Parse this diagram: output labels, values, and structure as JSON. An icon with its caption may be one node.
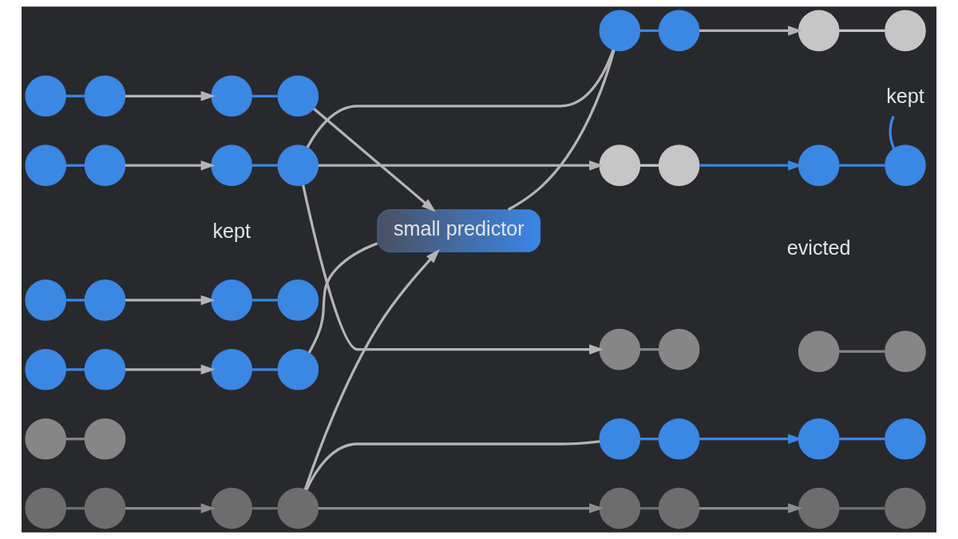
{
  "diagram": {
    "nodes": [
      {
        "text": [],
        "shape": "circle"
      },
      {
        "text": [],
        "shape": "circle"
      },
      {
        "text": [],
        "shape": "circle"
      },
      {
        "text": [],
        "shape": "circle"
      },
      {
        "text": [],
        "shape": "circle"
      },
      {
        "text": [],
        "shape": "circle"
      },
      {
        "text": [],
        "shape": "circle"
      },
      {
        "text": [],
        "shape": "circle"
      },
      {
        "text": [],
        "shape": "circle"
      },
      {
        "text": [],
        "shape": "circle"
      },
      {
        "text": [],
        "shape": "circle"
      },
      {
        "text": [],
        "shape": "circle"
      },
      {
        "text": [],
        "shape": "circle"
      },
      {
        "text": [],
        "shape": "circle"
      },
      {
        "text": [],
        "shape": "circle"
      },
      {
        "text": [],
        "shape": "circle"
      },
      {
        "text": [],
        "shape": "circle"
      },
      {
        "text": [],
        "shape": "circle"
      },
      {
        "text": [],
        "shape": "circle"
      },
      {
        "text": [],
        "shape": "circle"
      },
      {
        "text": [],
        "shape": "circle"
      },
      {
        "text": [],
        "shape": "circle"
      },
      {
        "text": [
          "small predictor"
        ]
      },
      {
        "text": [],
        "shape": "circle"
      },
      {
        "text": [],
        "shape": "circle"
      },
      {
        "text": [],
        "shape": "circle"
      },
      {
        "text": [],
        "shape": "circle"
      },
      {
        "text": [],
        "shape": "circle"
      },
      {
        "text": [],
        "shape": "circle"
      },
      {
        "text": [],
        "shape": "circle"
      },
      {
        "text": [],
        "shape": "circle"
      },
      {
        "text": [],
        "shape": "circle"
      },
      {
        "text": [],
        "shape": "circle"
      },
      {
        "text": [],
        "shape": "circle"
      },
      {
        "text": [],
        "shape": "circle"
      },
      {
        "text": [],
        "shape": "circle"
      },
      {
        "text": [],
        "shape": "circle"
      },
      {
        "text": [],
        "shape": "circle"
      },
      {
        "text": [],
        "shape": "circle"
      },
      {
        "text": [],
        "shape": "circle"
      },
      {
        "text": [],
        "shape": "circle"
      },
      {
        "text": [],
        "shape": "circle"
      },
      {
        "text": [],
        "shape": "circle"
      },
      {
        "text": [
          "kept"
        ]
      }
    ],
    "edges": [
      {
        "from": 0,
        "to": 1,
        "arrow": "none",
        "color": "#3b87e4"
      },
      {
        "from": 2,
        "to": 3,
        "arrow": "none",
        "color": "#3b87e4"
      },
      {
        "from": 4,
        "to": 5,
        "arrow": "none",
        "color": "#3b87e4"
      },
      {
        "from": 6,
        "to": 7,
        "arrow": "none",
        "color": "#3b87e4"
      },
      {
        "from": 8,
        "to": 9,
        "arrow": "none",
        "color": "#868686"
      },
      {
        "from": 10,
        "to": 11,
        "arrow": "none",
        "color": "#6d6d6d"
      },
      {
        "from": 1,
        "to": 12,
        "arrow": "to",
        "color": "#b4b4b4"
      },
      {
        "from": 3,
        "to": 14,
        "arrow": "to",
        "color": "#b4b4b4"
      },
      {
        "from": 5,
        "to": 16,
        "arrow": "to",
        "color": "#b4b4b4"
      },
      {
        "from": 7,
        "to": 18,
        "arrow": "to",
        "color": "#b4b4b4"
      },
      {
        "from": 11,
        "to": 20,
        "arrow": "to",
        "color": "#8c8c8c"
      },
      {
        "from": 12,
        "to": 13,
        "arrow": "none",
        "color": "#3b87e4"
      },
      {
        "from": 14,
        "to": 15,
        "arrow": "none",
        "color": "#3b87e4"
      },
      {
        "from": 16,
        "to": 17,
        "arrow": "none",
        "color": "#3b87e4"
      },
      {
        "from": 18,
        "to": 19,
        "arrow": "none",
        "color": "#3b87e4"
      },
      {
        "from": 20,
        "to": 21,
        "arrow": "none",
        "color": "#6d6d6d"
      },
      {
        "from": 13,
        "to": 22,
        "arrow": "to",
        "color": "#b4b4b4"
      },
      {
        "from": 15,
        "to": 23,
        "arrow": "none",
        "color": "#b4b4b4"
      },
      {
        "from": 15,
        "to": 25,
        "arrow": "to",
        "color": "#b4b4b4"
      },
      {
        "from": 15,
        "to": 27,
        "arrow": "to",
        "color": "#b4b4b4"
      },
      {
        "from": 19,
        "to": 22,
        "arrow": "none",
        "color": "#b4b4b4"
      },
      {
        "from": 21,
        "to": 22,
        "arrow": "to",
        "color": "#b4b4b4"
      },
      {
        "from": 21,
        "to": 29,
        "arrow": "none",
        "color": "#b4b4b4"
      },
      {
        "from": 21,
        "to": 31,
        "arrow": "to",
        "color": "#8c8c8c"
      },
      {
        "from": 22,
        "to": 23,
        "arrow": "none",
        "color": "#b4b4b4"
      },
      {
        "from": 23,
        "to": 24,
        "arrow": "none",
        "color": "#3b87e4"
      },
      {
        "from": 25,
        "to": 26,
        "arrow": "none",
        "color": "#c6c6c6"
      },
      {
        "from": 27,
        "to": 28,
        "arrow": "none",
        "color": "#868686"
      },
      {
        "from": 29,
        "to": 30,
        "arrow": "none",
        "color": "#3b87e4"
      },
      {
        "from": 31,
        "to": 32,
        "arrow": "none",
        "color": "#6d6d6d"
      },
      {
        "from": 24,
        "to": 33,
        "arrow": "to",
        "color": "#b4b4b4"
      },
      {
        "from": 26,
        "to": 35,
        "arrow": "to",
        "color": "#3b87e4"
      },
      {
        "from": 30,
        "to": 39,
        "arrow": "to",
        "color": "#3b87e4"
      },
      {
        "from": 32,
        "to": 41,
        "arrow": "to",
        "color": "#8c8c8c"
      },
      {
        "from": 33,
        "to": 34,
        "arrow": "none",
        "color": "#c6c6c6"
      },
      {
        "from": 35,
        "to": 36,
        "arrow": "none",
        "color": "#3b87e4"
      },
      {
        "from": 37,
        "to": 38,
        "arrow": "none",
        "color": "#868686"
      },
      {
        "from": 39,
        "to": 40,
        "arrow": "none",
        "color": "#3b87e4"
      },
      {
        "from": 41,
        "to": 42,
        "arrow": "none",
        "color": "#6d6d6d"
      },
      {
        "from": 43,
        "to": 36,
        "arrow": "none",
        "color": "#3b87e4"
      }
    ],
    "labels": [
      "kept",
      "evicted"
    ]
  }
}
